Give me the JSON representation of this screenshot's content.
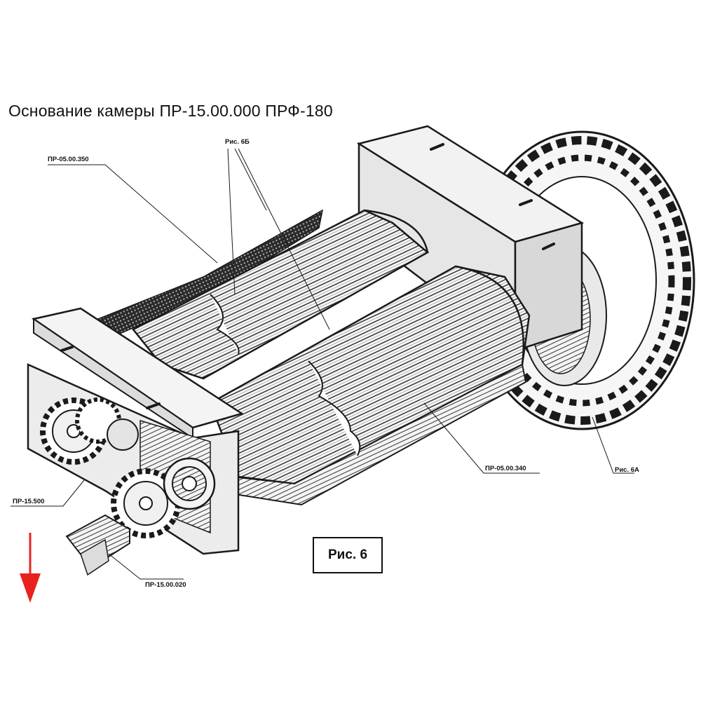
{
  "title": "Основание камеры ПР-15.00.000 ПРФ-180",
  "labels": {
    "pr_05_00_350": "ПР-05.00.350",
    "ris_6b": "Рис. 6Б",
    "pr_05_00_340": "ПР-05.00.340",
    "ris_6a": "Рис. 6А",
    "pr_15_500": "ПР-15.500",
    "pr_15_00_020": "ПР-15.00.020"
  },
  "figure_label": "Рис. 6",
  "colors": {
    "line": "#1a1a1a",
    "hatch": "#3a3a3a",
    "arrow": "#e8231f"
  },
  "icons": {
    "arrow": "down-arrow-icon"
  }
}
